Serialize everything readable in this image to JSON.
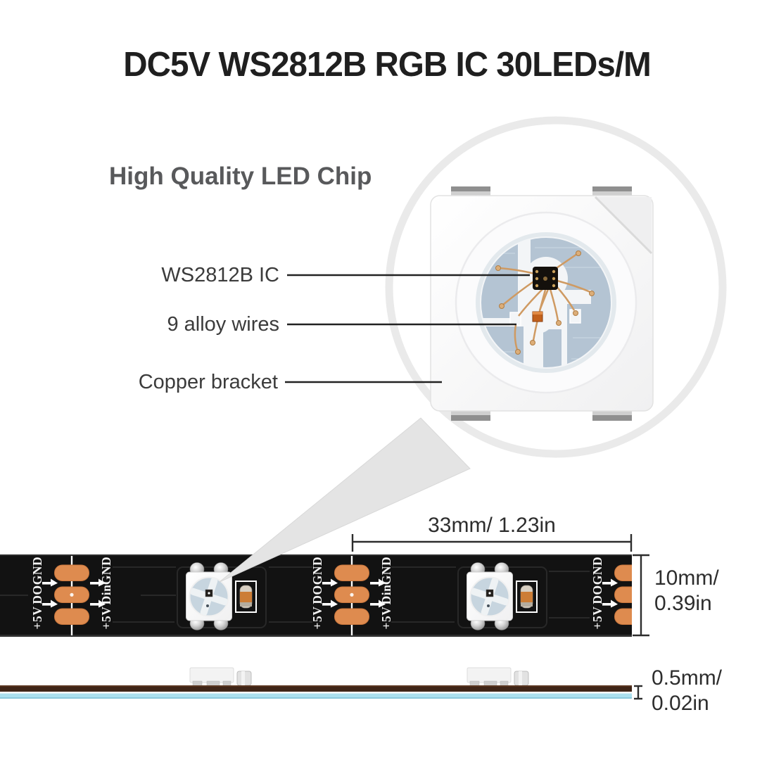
{
  "title": "DC5V WS2812B RGB IC 30LEDs/M",
  "section_heading": "High Quality LED Chip",
  "callouts": {
    "ic": "WS2812B IC",
    "wires": "9 alloy wires",
    "bracket": "Copper bracket"
  },
  "dimensions": {
    "segment_length": "33mm/ 1.23in",
    "strip_width_line1": "10mm/",
    "strip_width_line2": "0.39in",
    "thickness_line1": "0.5mm/",
    "thickness_line2": "0.02in"
  },
  "strip": {
    "pad_labels_out": [
      "GND",
      "DO",
      "+5V"
    ],
    "pad_labels_in": [
      "GND",
      "Din",
      "+5V"
    ]
  },
  "colors": {
    "copper_pad": "#de8b4f",
    "pcb": "#121212",
    "chip_pad_blue": "#b4c4d3",
    "wire_gold": "#cf9a62",
    "component_orange": "#cc7d36",
    "strip_side_blue": "#ace0ee",
    "strip_side_brown": "#3f2517"
  }
}
